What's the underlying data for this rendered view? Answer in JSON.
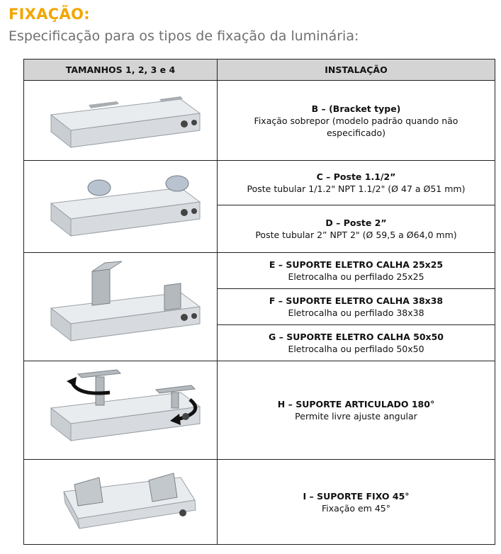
{
  "title": "FIXAÇÃO:",
  "subtitle": "Especificação para os tipos de fixação da luminária:",
  "table": {
    "headers": [
      "TAMANHOS 1, 2, 3 e 4",
      "INSTALAÇÃO"
    ],
    "rows": [
      {
        "heading": "B – (Bracket type)",
        "desc": "Fixação sobrepor (modelo padrão quando não especificado)"
      },
      {
        "heading": "C – Poste 1.1/2”",
        "desc": "Poste tubular 1/1.2\" NPT 1.1/2\" (Ø 47 a Ø51 mm)"
      },
      {
        "heading": "D – Poste 2”",
        "desc": "Poste tubular 2” NPT 2\" (Ø 59,5 a Ø64,0 mm)"
      },
      {
        "heading": "E – SUPORTE ELETRO CALHA 25x25",
        "desc": "Eletrocalha ou perfilado 25x25"
      },
      {
        "heading": "F – SUPORTE ELETRO CALHA 38x38",
        "desc": "Eletrocalha ou perfilado 38x38"
      },
      {
        "heading": "G – SUPORTE ELETRO CALHA 50x50",
        "desc": "Eletrocalha ou perfilado 50x50"
      },
      {
        "heading": "H – SUPORTE ARTICULADO 180°",
        "desc": "Permite livre ajuste angular"
      },
      {
        "heading": "I – SUPORTE FIXO 45°",
        "desc": "Fixação em 45°"
      }
    ]
  },
  "colors": {
    "title": "#f2a600",
    "subtitle": "#707070",
    "header_bg": "#d4d4d4"
  }
}
